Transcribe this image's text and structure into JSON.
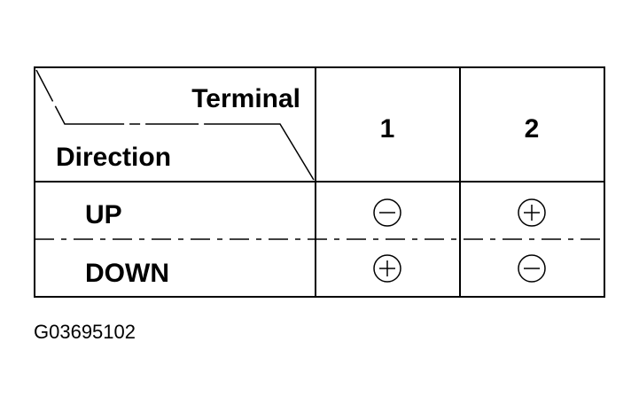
{
  "table": {
    "header": {
      "corner_top": "Terminal",
      "corner_bottom": "Direction",
      "columns": [
        "1",
        "2"
      ]
    },
    "rows": [
      {
        "label": "UP",
        "cells": [
          "minus",
          "plus"
        ]
      },
      {
        "label": "DOWN",
        "cells": [
          "plus",
          "minus"
        ]
      }
    ]
  },
  "figure_id": "G03695102"
}
